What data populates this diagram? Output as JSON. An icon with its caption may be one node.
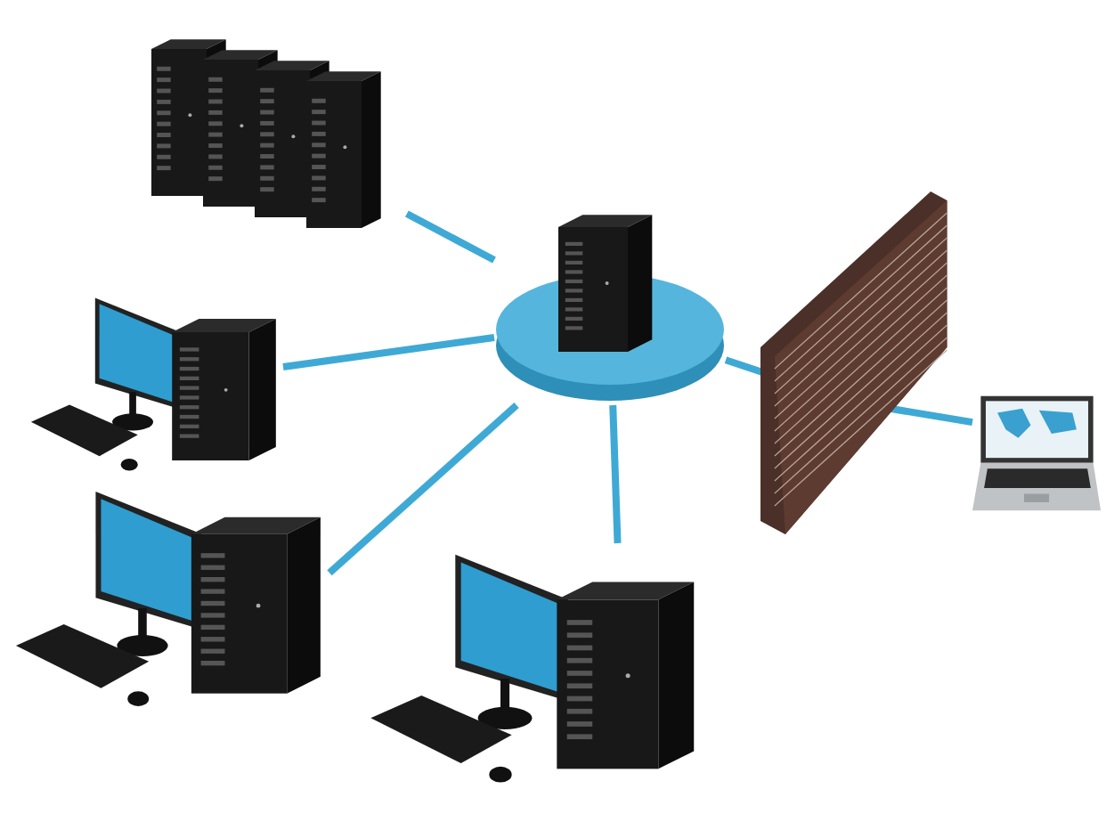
{
  "diagram": {
    "nodes": [
      {
        "text": [],
        "shape": "picture"
      },
      {
        "text": [],
        "shape": "picture"
      },
      {
        "text": [],
        "shape": "picture"
      },
      {
        "text": [],
        "shape": "picture"
      },
      {
        "text": [],
        "shape": "picture"
      },
      {
        "text": [],
        "shape": "picture"
      },
      {
        "text": [],
        "shape": "picture"
      }
    ],
    "edges": [
      {
        "from": 0,
        "to": 1,
        "arrow": "none"
      },
      {
        "from": 3,
        "to": 1,
        "arrow": "none"
      },
      {
        "from": 5,
        "to": 1,
        "arrow": "none"
      },
      {
        "from": 6,
        "to": 1,
        "arrow": "none"
      },
      {
        "from": 1,
        "to": 2,
        "arrow": "none"
      },
      {
        "from": 2,
        "to": 4,
        "arrow": "none"
      }
    ]
  }
}
